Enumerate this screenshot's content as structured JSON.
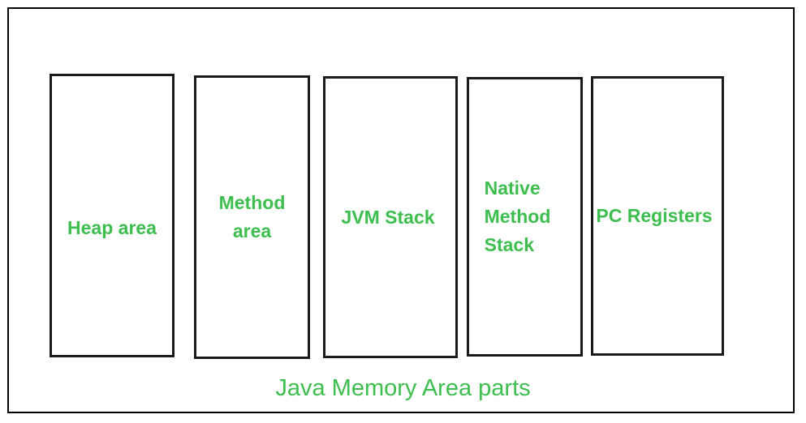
{
  "diagram": {
    "boxes": [
      {
        "label": "Heap area"
      },
      {
        "label": "Method\narea"
      },
      {
        "label": "JVM Stack"
      },
      {
        "label": "Native\nMethod\nStack"
      },
      {
        "label": "PC Registers"
      }
    ],
    "caption": "Java Memory Area parts"
  },
  "colors": {
    "label_green": "#3dbe4e",
    "box_border": "#1a1a1a"
  }
}
